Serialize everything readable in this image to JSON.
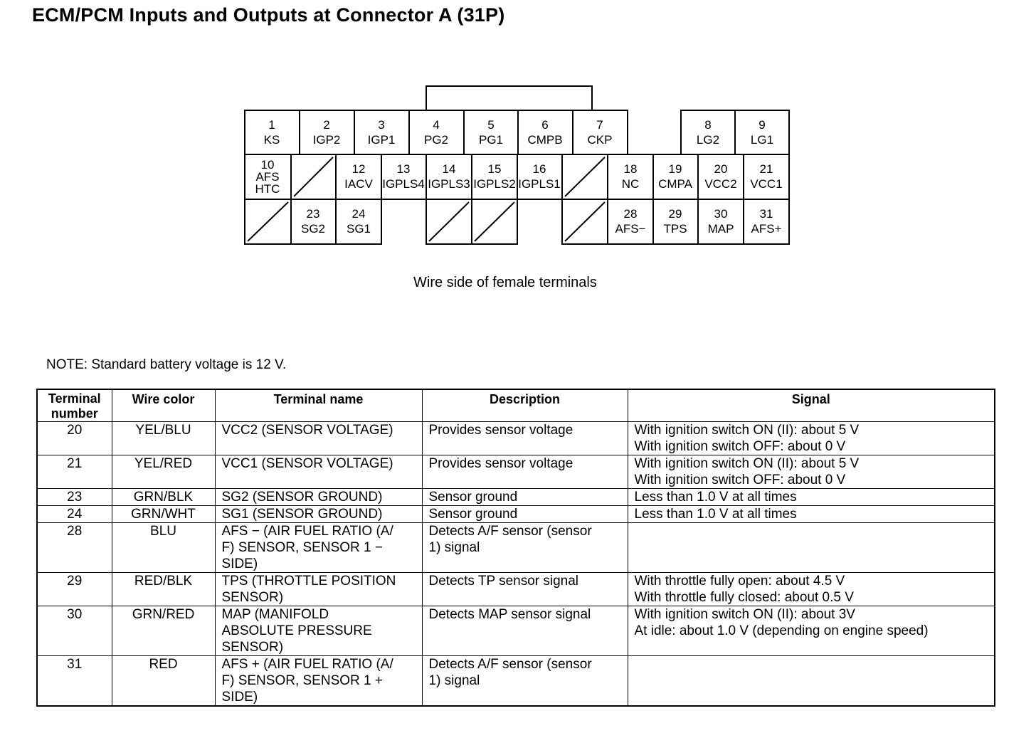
{
  "title": "ECM/PCM Inputs and Outputs at Connector A (31P)",
  "caption": "Wire side of female terminals",
  "note": "NOTE: Standard battery voltage is 12 V.",
  "connector": {
    "pins": [
      {
        "num": "1",
        "label": "KS"
      },
      {
        "num": "2",
        "label": "IGP2"
      },
      {
        "num": "3",
        "label": "IGP1"
      },
      {
        "num": "4",
        "label": "PG2"
      },
      {
        "num": "5",
        "label": "PG1"
      },
      {
        "num": "6",
        "label": "CMPB"
      },
      {
        "num": "7",
        "label": "CKP"
      },
      {
        "num": "8",
        "label": "LG2"
      },
      {
        "num": "9",
        "label": "LG1"
      },
      {
        "num": "10",
        "label": "AFS\nHTC"
      },
      {
        "num": "12",
        "label": "IACV"
      },
      {
        "num": "13",
        "label": "IGPLS4"
      },
      {
        "num": "14",
        "label": "IGPLS3"
      },
      {
        "num": "15",
        "label": "IGPLS2"
      },
      {
        "num": "16",
        "label": "IGPLS1"
      },
      {
        "num": "18",
        "label": "NC"
      },
      {
        "num": "19",
        "label": "CMPA"
      },
      {
        "num": "20",
        "label": "VCC2"
      },
      {
        "num": "21",
        "label": "VCC1"
      },
      {
        "num": "23",
        "label": "SG2"
      },
      {
        "num": "24",
        "label": "SG1"
      },
      {
        "num": "28",
        "label": "AFS−"
      },
      {
        "num": "29",
        "label": "TPS"
      },
      {
        "num": "30",
        "label": "MAP"
      },
      {
        "num": "31",
        "label": "AFS+"
      }
    ]
  },
  "table": {
    "headers": [
      "Terminal\nnumber",
      "Wire color",
      "Terminal name",
      "Description",
      "Signal"
    ],
    "rows": [
      {
        "terminal": "20",
        "wire": "YEL/BLU",
        "name": "VCC2 (SENSOR VOLTAGE)",
        "desc": "Provides sensor voltage",
        "signal": "With ignition switch ON (II): about 5 V\nWith ignition switch OFF: about 0 V"
      },
      {
        "terminal": "21",
        "wire": "YEL/RED",
        "name": "VCC1 (SENSOR VOLTAGE)",
        "desc": "Provides sensor voltage",
        "signal": "With ignition switch ON (II): about 5 V\nWith ignition switch OFF: about 0 V"
      },
      {
        "terminal": "23",
        "wire": "GRN/BLK",
        "name": "SG2 (SENSOR GROUND)",
        "desc": "Sensor ground",
        "signal": "Less than 1.0 V at all times"
      },
      {
        "terminal": "24",
        "wire": "GRN/WHT",
        "name": "SG1 (SENSOR GROUND)",
        "desc": "Sensor ground",
        "signal": "Less than 1.0 V at all times"
      },
      {
        "terminal": "28",
        "wire": "BLU",
        "name": "AFS − (AIR FUEL RATIO (A/\nF) SENSOR, SENSOR 1 −\nSIDE)",
        "desc": "Detects A/F sensor (sensor\n1) signal",
        "signal": ""
      },
      {
        "terminal": "29",
        "wire": "RED/BLK",
        "name": "TPS (THROTTLE POSITION\nSENSOR)",
        "desc": "Detects TP sensor signal",
        "signal": "With throttle fully open: about 4.5 V\nWith throttle fully closed: about 0.5 V"
      },
      {
        "terminal": "30",
        "wire": "GRN/RED",
        "name": "MAP (MANIFOLD\nABSOLUTE PRESSURE\nSENSOR)",
        "desc": "Detects MAP sensor signal",
        "signal": "With ignition switch ON (II): about 3V\nAt idle: about 1.0 V (depending on engine speed)"
      },
      {
        "terminal": "31",
        "wire": "RED",
        "name": "AFS + (AIR FUEL RATIO (A/\nF) SENSOR, SENSOR 1 +\nSIDE)",
        "desc": "Detects A/F sensor (sensor\n1) signal",
        "signal": ""
      }
    ]
  }
}
